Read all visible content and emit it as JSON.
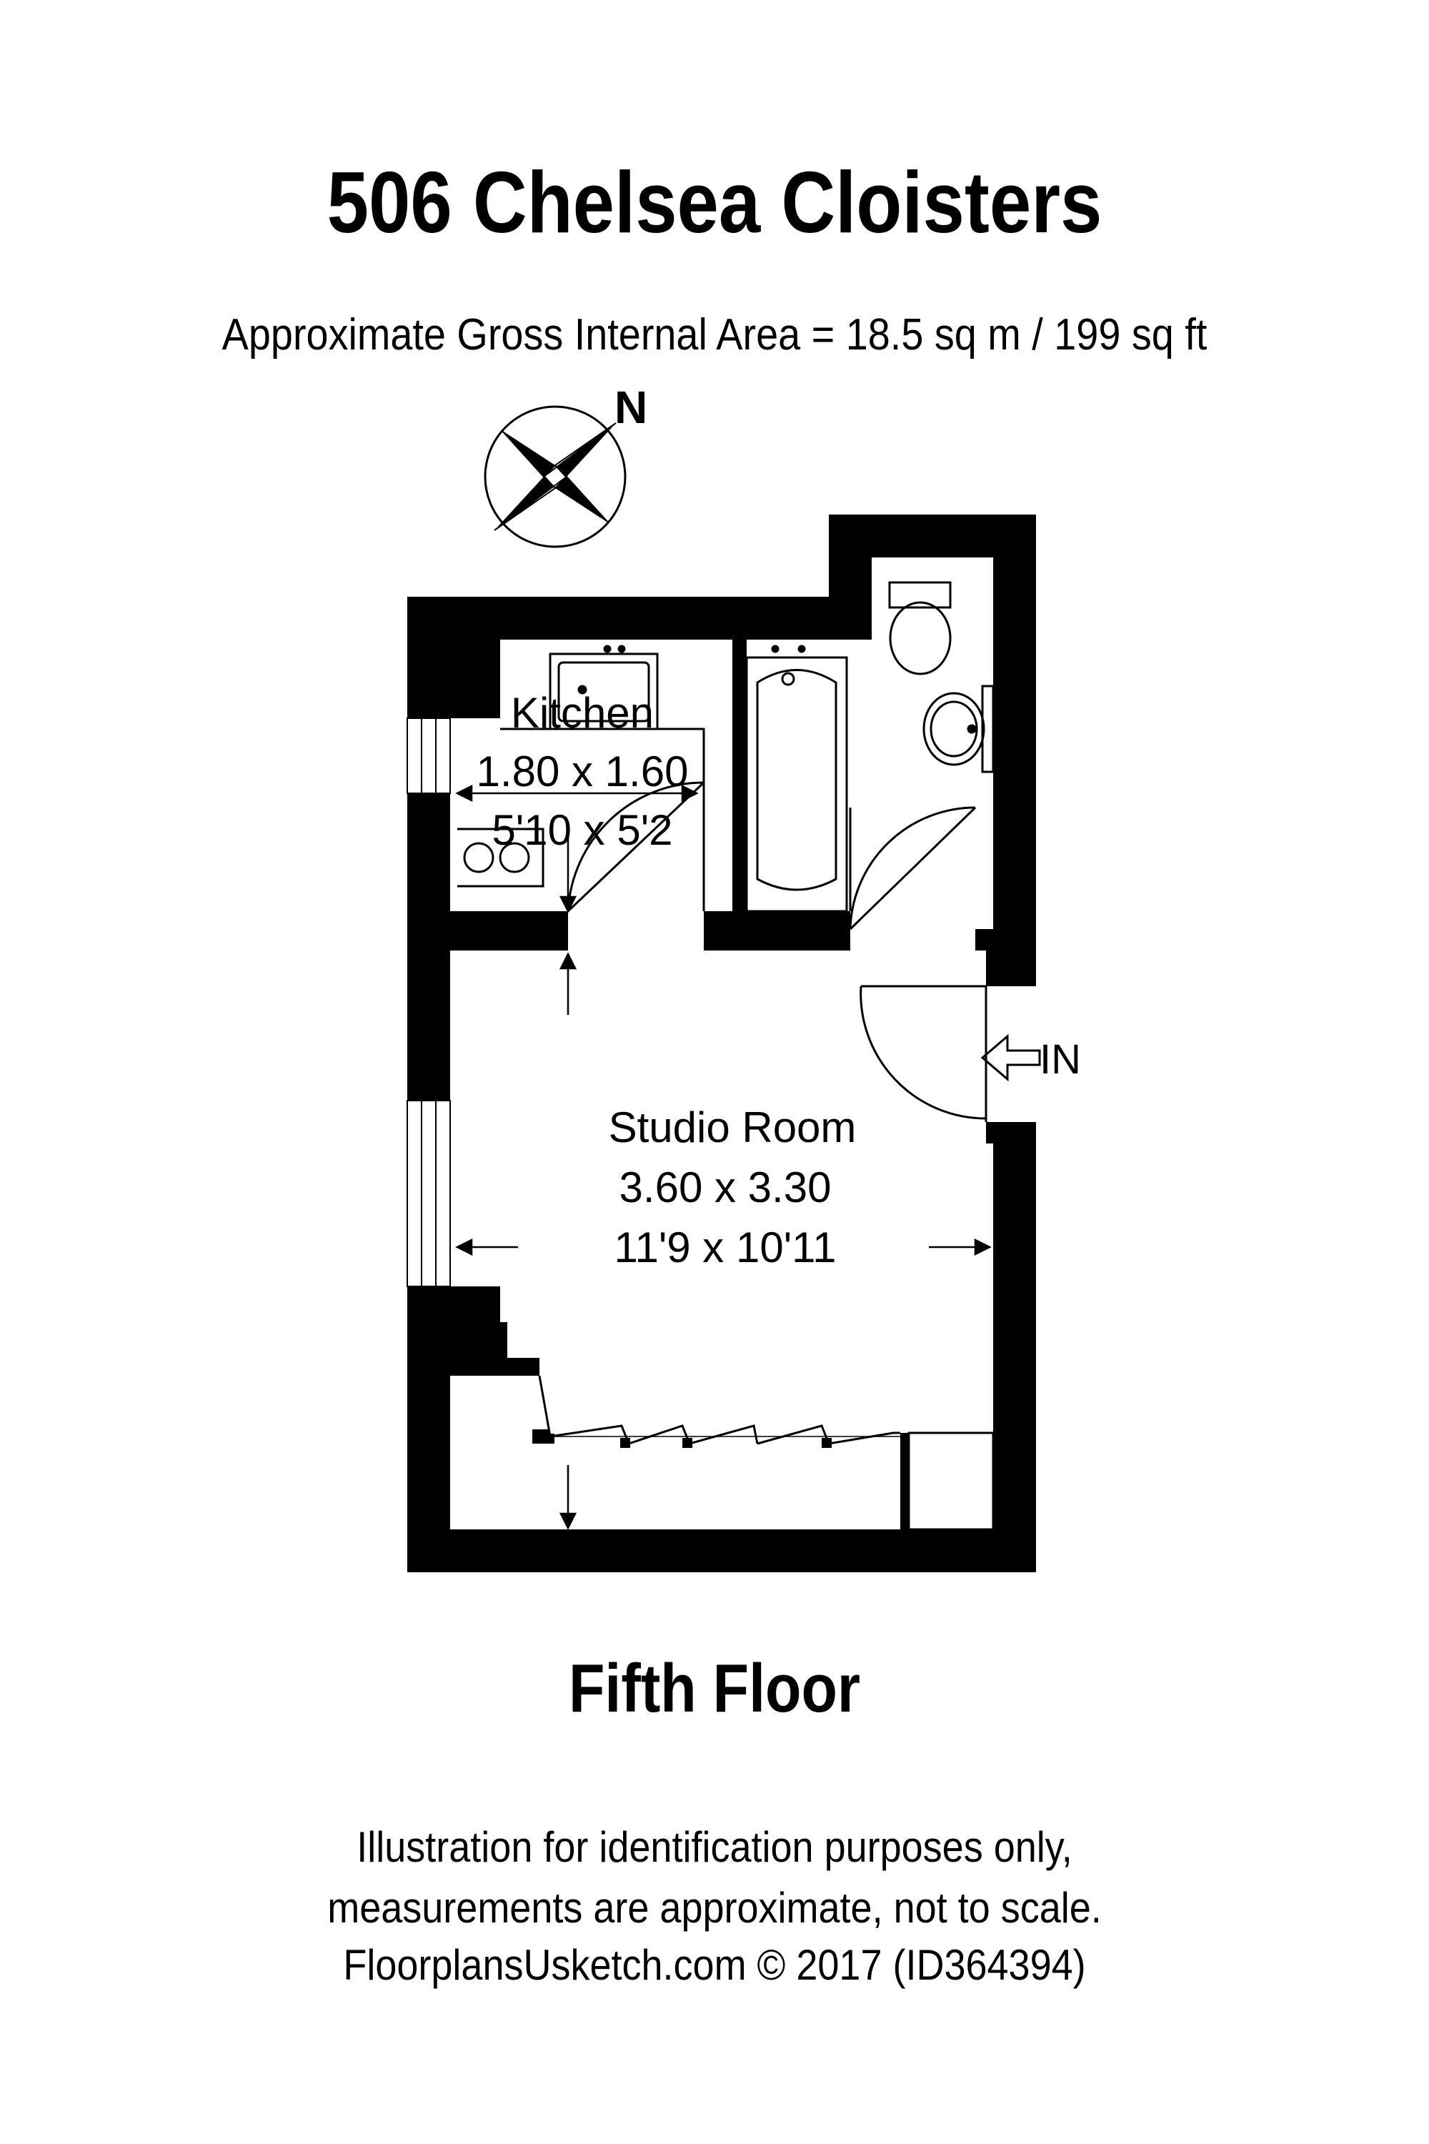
{
  "header": {
    "title": "506 Chelsea Cloisters",
    "area": "Approximate Gross Internal Area = 18.5 sq m / 199 sq ft"
  },
  "compass": {
    "north_label": "N"
  },
  "rooms": {
    "kitchen": {
      "name": "Kitchen",
      "metric": "1.80 x 1.60",
      "imperial": "5'10 x 5'2"
    },
    "studio": {
      "name": "Studio Room",
      "metric": "3.60 x 3.30",
      "imperial": "11'9 x 10'11"
    }
  },
  "entrance": {
    "label": "IN"
  },
  "floor": {
    "label": "Fifth Floor"
  },
  "footer": {
    "line1": "Illustration for identification purposes only,",
    "line2": "measurements are approximate, not to scale.",
    "line3": "FloorplansUsketch.com © 2017 (ID364394)"
  },
  "colors": {
    "wall": "#000000",
    "background": "#ffffff",
    "fixture_stroke": "#000000"
  }
}
